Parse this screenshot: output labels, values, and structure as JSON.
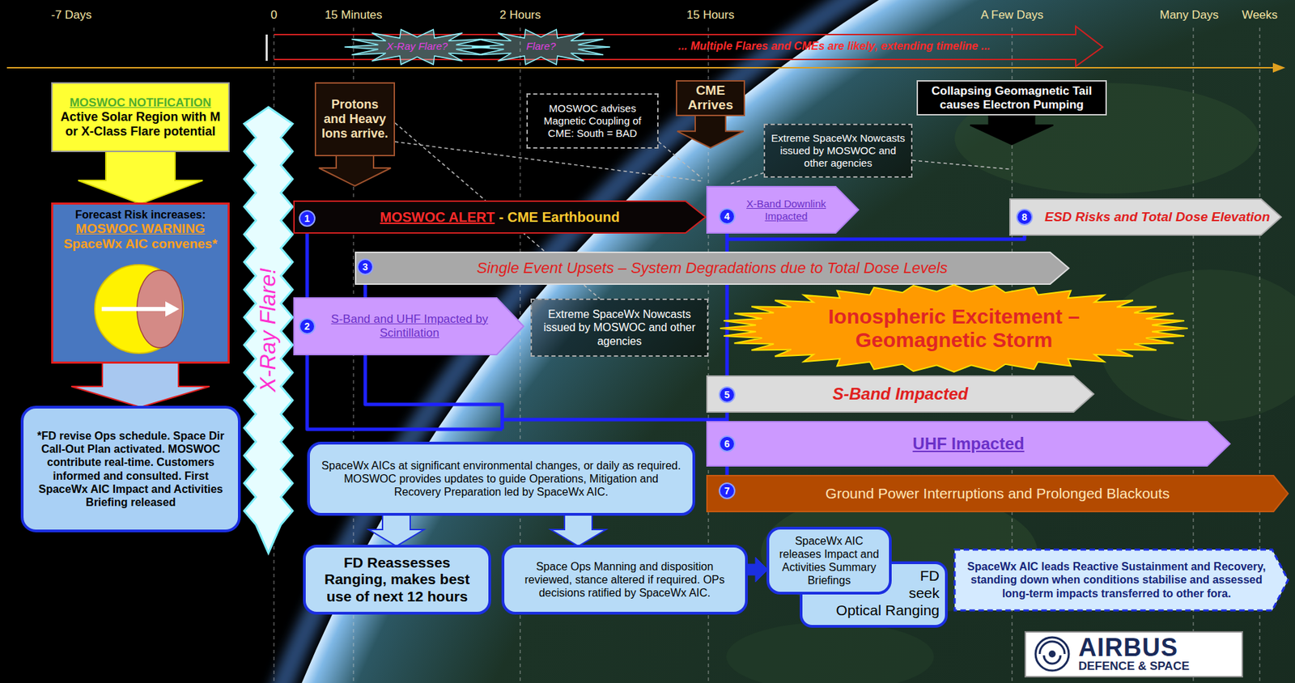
{
  "diagram": {
    "nodes": [
      {
        "text": [
          "MOSWOC NOTIFICATION",
          "Active Solar Region with M or X-Class Flare potential"
        ]
      },
      {
        "text": [
          "Forecast Risk increases:",
          "MOSWOC WARNING",
          "SpaceWx AIC convenes*"
        ]
      },
      {
        "text": [
          "*FD revise Ops schedule. Space Dir Call-Out Plan activated. MOSWOC contribute real-time. Customers informed and consulted. First SpaceWx AIC Impact and Activities Briefing released"
        ]
      },
      {
        "text": [
          "X-Ray Flare!"
        ]
      },
      {
        "text": [
          "Protons and Heavy Ions arrive."
        ]
      },
      {
        "text": [
          "MOSWOC advises Magnetic Coupling of CME: South = BAD"
        ]
      },
      {
        "text": [
          "CME Arrives"
        ]
      },
      {
        "text": [
          "Collapsing Geomagnetic Tail causes Electron Pumping"
        ]
      },
      {
        "text": [
          "Extreme SpaceWx Nowcasts issued by MOSWOC and other agencies"
        ]
      },
      {
        "text": [
          "MOSWOC ALERT",
          "- CME Earthbound"
        ]
      },
      {
        "text": [
          "X-Band Downlink Impacted"
        ]
      },
      {
        "text": [
          "ESD Risks and Total Dose Elevation"
        ]
      },
      {
        "text": [
          "Single Event Upsets – System Degradations due to Total Dose Levels"
        ]
      },
      {
        "text": [
          "S-Band and UHF Impacted by Scintillation"
        ]
      },
      {
        "text": [
          "Extreme SpaceWx Nowcasts issued by MOSWOC and other agencies"
        ]
      },
      {
        "text": [
          "Ionospheric Excitement – Geomagnetic Storm"
        ]
      },
      {
        "text": [
          "S-Band Impacted"
        ]
      },
      {
        "text": [
          "UHF Impacted"
        ]
      },
      {
        "text": [
          "Ground Power Interruptions and Prolonged Blackouts"
        ]
      },
      {
        "text": [
          "SpaceWx AICs at significant environmental changes, or daily as required. MOSWOC provides updates to guide Operations, Mitigation and Recovery Preparation led by SpaceWx AIC."
        ]
      },
      {
        "text": [
          "FD Reassesses Ranging, makes best use of next 12 hours"
        ]
      },
      {
        "text": [
          "Space Ops Manning and disposition reviewed, stance altered if required. OPs decisions ratified by SpaceWx AIC."
        ]
      },
      {
        "text": [
          "SpaceWx AIC releases Impact and Activities Summary Briefings"
        ]
      },
      {
        "text": [
          "FD seek Optical Ranging"
        ]
      },
      {
        "text": [
          "SpaceWx AIC leads Reactive Sustainment and Recovery, standing down when conditions stabilise and assessed long-term impacts transferred to other fora."
        ]
      },
      {
        "text": [
          "AIRBUS",
          "DEFENCE & SPACE"
        ]
      }
    ],
    "edges": [
      {
        "from": 0,
        "to": 1,
        "arrow": "to"
      },
      {
        "from": 1,
        "to": 2,
        "arrow": "to"
      },
      {
        "from": 4,
        "to": 14,
        "arrow": "none"
      },
      {
        "from": 19,
        "to": 20,
        "arrow": "to"
      },
      {
        "from": 19,
        "to": 21,
        "arrow": "to"
      },
      {
        "from": 21,
        "to": 22,
        "arrow": "to"
      }
    ],
    "labels": [
      "-7 Days",
      "0",
      "15 Minutes",
      "2 Hours",
      "15 Hours",
      "A Few Days",
      "Many Days",
      "Weeks",
      "X-Ray Flare?",
      "Flare?",
      "... Multiple Flares and CMEs are likely, extending timeline ...",
      "1",
      "2",
      "3",
      "4",
      "5",
      "6",
      "7",
      "8"
    ]
  }
}
